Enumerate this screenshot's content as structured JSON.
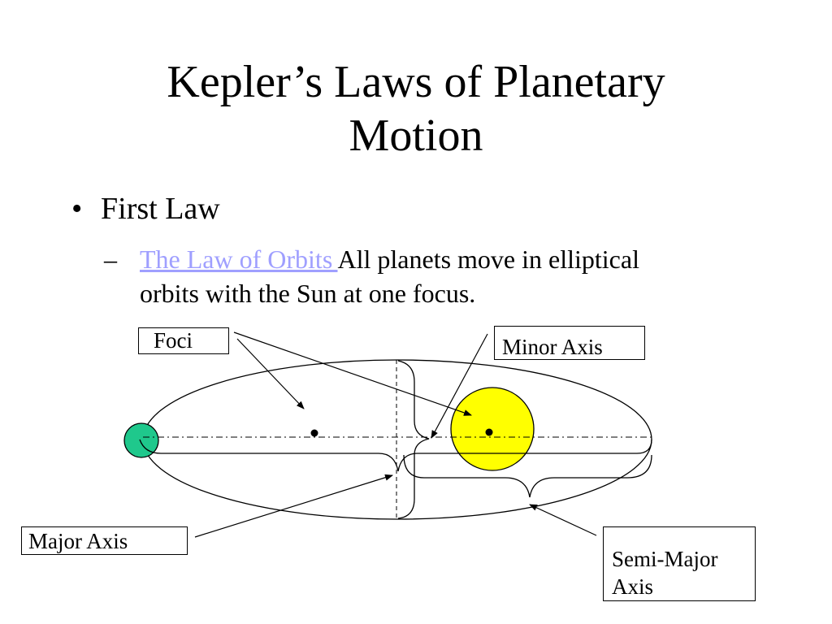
{
  "slide": {
    "title_line1": "Kepler’s Laws of Planetary",
    "title_line2": "Motion",
    "bullet_marker": "•",
    "bullet_text": "First Law",
    "sub_marker": "–",
    "sub_link": "The Law of Orbits ",
    "sub_text": "All planets move in elliptical orbits with the Sun at one focus."
  },
  "diagram": {
    "labels": {
      "foci": "Foci",
      "minor_axis": "Minor Axis",
      "major_axis": "Major Axis",
      "semi_major_line1": "Semi-Major",
      "semi_major_line2": "Axis"
    },
    "colors": {
      "sun": "#ffff00",
      "planet": "#1fc88c",
      "link": "#9f9fff",
      "stroke": "#000000"
    }
  }
}
